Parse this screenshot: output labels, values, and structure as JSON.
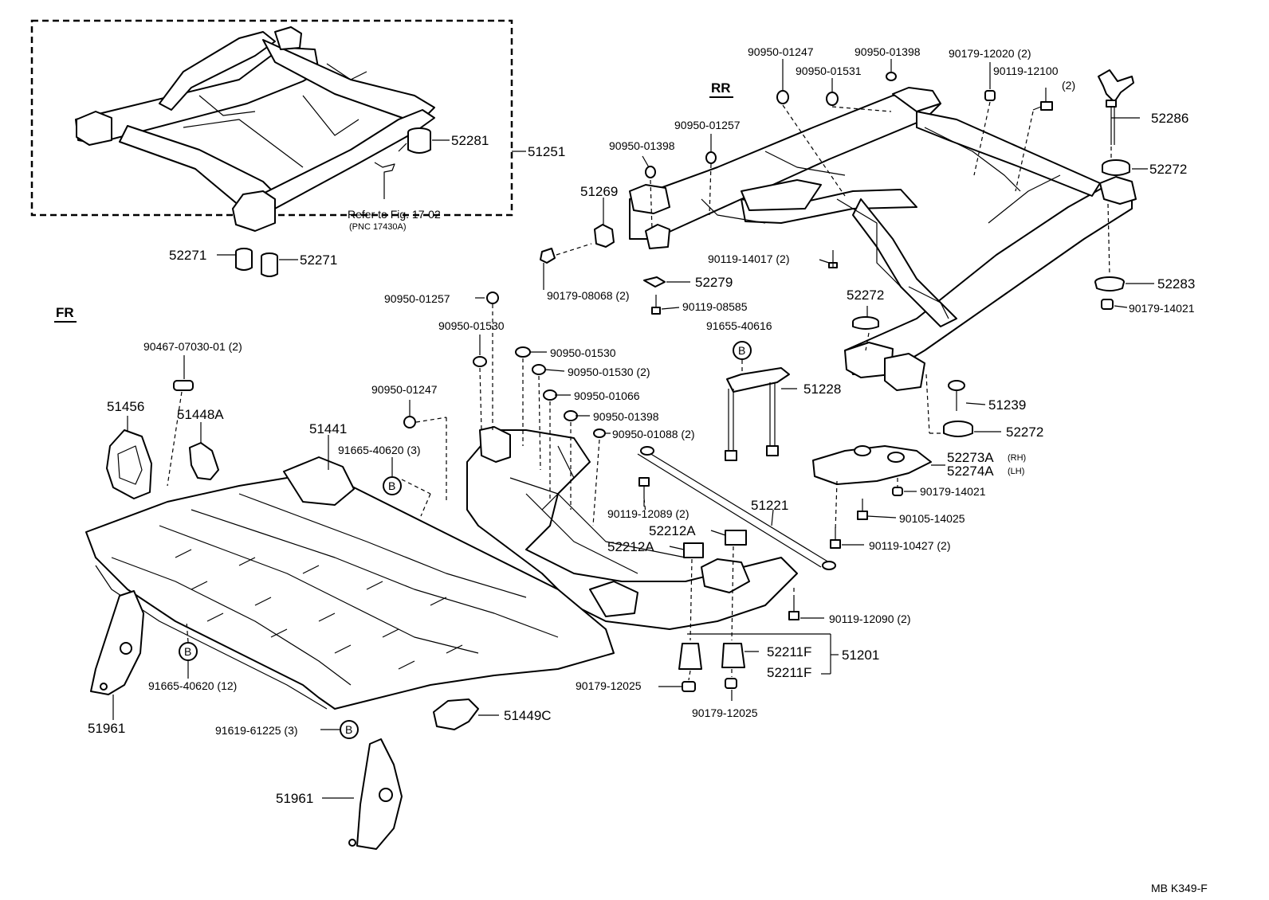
{
  "figure_code": "MB  K349-F",
  "direction_labels": {
    "front": "FR",
    "rear": "RR"
  },
  "reference": {
    "line1": "Refer to Fig. 17-02",
    "line2": "(PNC 17430A)"
  },
  "clip_mark": "B",
  "callouts": {
    "c51251": "51251",
    "c52281": "52281",
    "c52271a": "52271",
    "c52271b": "52271",
    "c90950_01247_top": "90950-01247",
    "c90950_01398_top": "90950-01398",
    "c90179_12020": "90179-12020 (2)",
    "c90950_01531": "90950-01531",
    "c90119_12100a": "90119-12100",
    "c90119_12100b": "(2)",
    "c52286": "52286",
    "c90950_01257_top": "90950-01257",
    "c90950_01398_mid": "90950-01398",
    "c52272_top": "52272",
    "c51269": "51269",
    "c90119_14017": "90119-14017 (2)",
    "c52279": "52279",
    "c90179_08068": "90179-08068 (2)",
    "c90119_08585": "90119-08585",
    "c52283": "52283",
    "c90179_14021_top": "90179-14021",
    "c90950_01257_mid": "90950-01257",
    "c52272_mid": "52272",
    "c90950_01530_a": "90950-01530",
    "c91655_40616": "91655-40616",
    "c90950_01530_b": "90950-01530",
    "c90950_01530_c": "90950-01530 (2)",
    "c90467": "90467-07030-01 (2)",
    "c90950_01247_mid": "90950-01247",
    "c90950_01066": "90950-01066",
    "c51228": "51228",
    "c51239": "51239",
    "c51456": "51456",
    "c51448A": "51448A",
    "c51441": "51441",
    "c90950_01398_low": "90950-01398",
    "c90950_01088": "90950-01088 (2)",
    "c52272_low": "52272",
    "c91665_40620_3": "91665-40620 (3)",
    "c52273A": "52273A",
    "c52273A_side": "(RH)",
    "c52274A": "52274A",
    "c52274A_side": "(LH)",
    "c90179_14021_low": "90179-14021",
    "c51221": "51221",
    "c90119_12089": "90119-12089 (2)",
    "c90105_14025": "90105-14025",
    "c52212A_a": "52212A",
    "c52212A_b": "52212A",
    "c90119_10427": "90119-10427 (2)",
    "c90119_12090": "90119-12090 (2)",
    "c52211F_a": "52211F",
    "c51201": "51201",
    "c52211F_b": "52211F",
    "c91665_40620_12": "91665-40620 (12)",
    "c90179_12025_a": "90179-12025",
    "c90179_12025_b": "90179-12025",
    "c51961_a": "51961",
    "c51449C": "51449C",
    "c91619_61225": "91619-61225 (3)",
    "c51961_b": "51961"
  }
}
